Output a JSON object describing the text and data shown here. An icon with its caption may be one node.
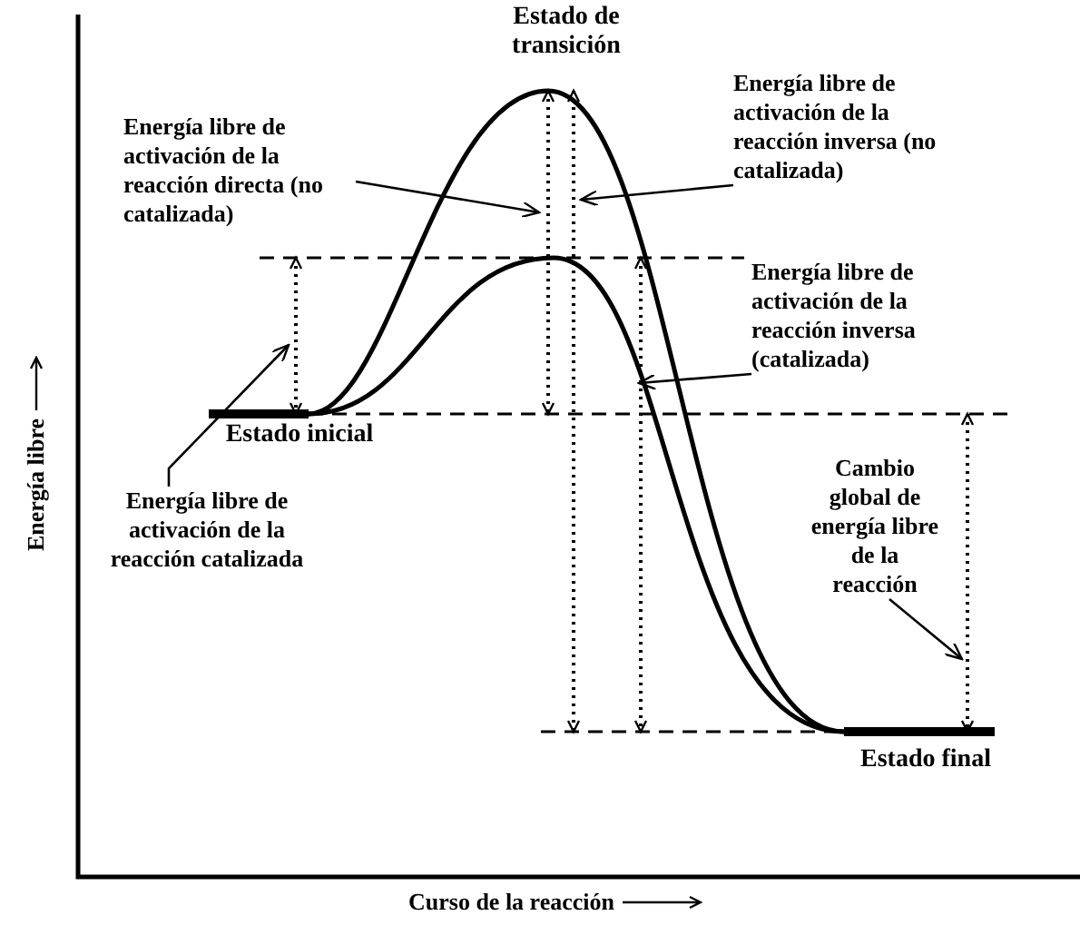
{
  "diagram": {
    "nodes": [
      {
        "text": [
          "Energía libre de activación de la reacción directa (no catalizada)"
        ]
      },
      {
        "text": [
          "Energía libre de activación de la reacción inversa (no catalizada)"
        ]
      },
      {
        "text": [
          "Energía libre de activación de la reacción inversa (catalizada)"
        ]
      },
      {
        "text": [
          "Energía libre de activación de la reacción catalizada"
        ]
      },
      {
        "text": [
          "Cambio global de energía libre de la reacción"
        ]
      }
    ],
    "edges": [
      {
        "from": 0,
        "to": null,
        "arrow": "to"
      },
      {
        "from": 1,
        "to": null,
        "arrow": "to"
      },
      {
        "from": 2,
        "to": null,
        "arrow": "to"
      },
      {
        "from": 3,
        "to": null,
        "arrow": "to"
      },
      {
        "from": 4,
        "to": null,
        "arrow": "to"
      }
    ],
    "labels": [
      "Estado de transición",
      "Estado inicial",
      "Estado final",
      "Energía libre",
      "Curso de la reacción"
    ]
  }
}
